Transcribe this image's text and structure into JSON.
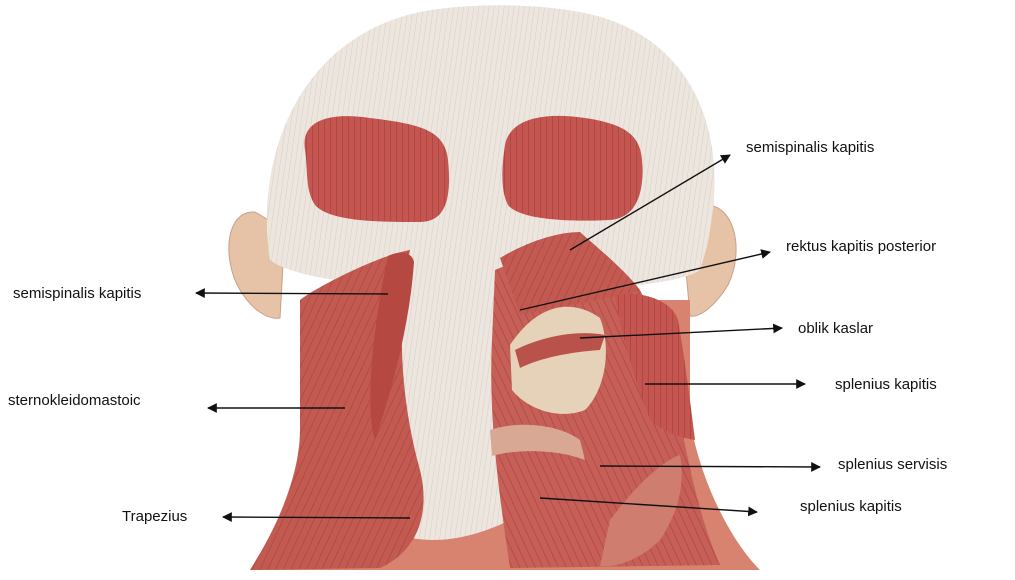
{
  "labels": {
    "right_semispinalis": "semispinalis kapitis",
    "rektus": "rektus kapitis posterior",
    "oblik": "oblik kaslar",
    "splenius_kapitis_right": "splenius kapitis",
    "splenius_servisis": "splenius servisis",
    "splenius_kapitis_lower": "splenius kapitis",
    "left_semispinalis": "semispinalis kapitis",
    "sternokleidomastoid": "sternokleidomastoic",
    "trapezius": "Trapezius"
  },
  "colors": {
    "muscle": "#c0504a",
    "muscle_dark": "#9e3a35",
    "skin": "#e9cdb6",
    "fascia": "#ece7e2",
    "arrow": "#111111"
  },
  "icons": [
    "arrow-icon"
  ]
}
